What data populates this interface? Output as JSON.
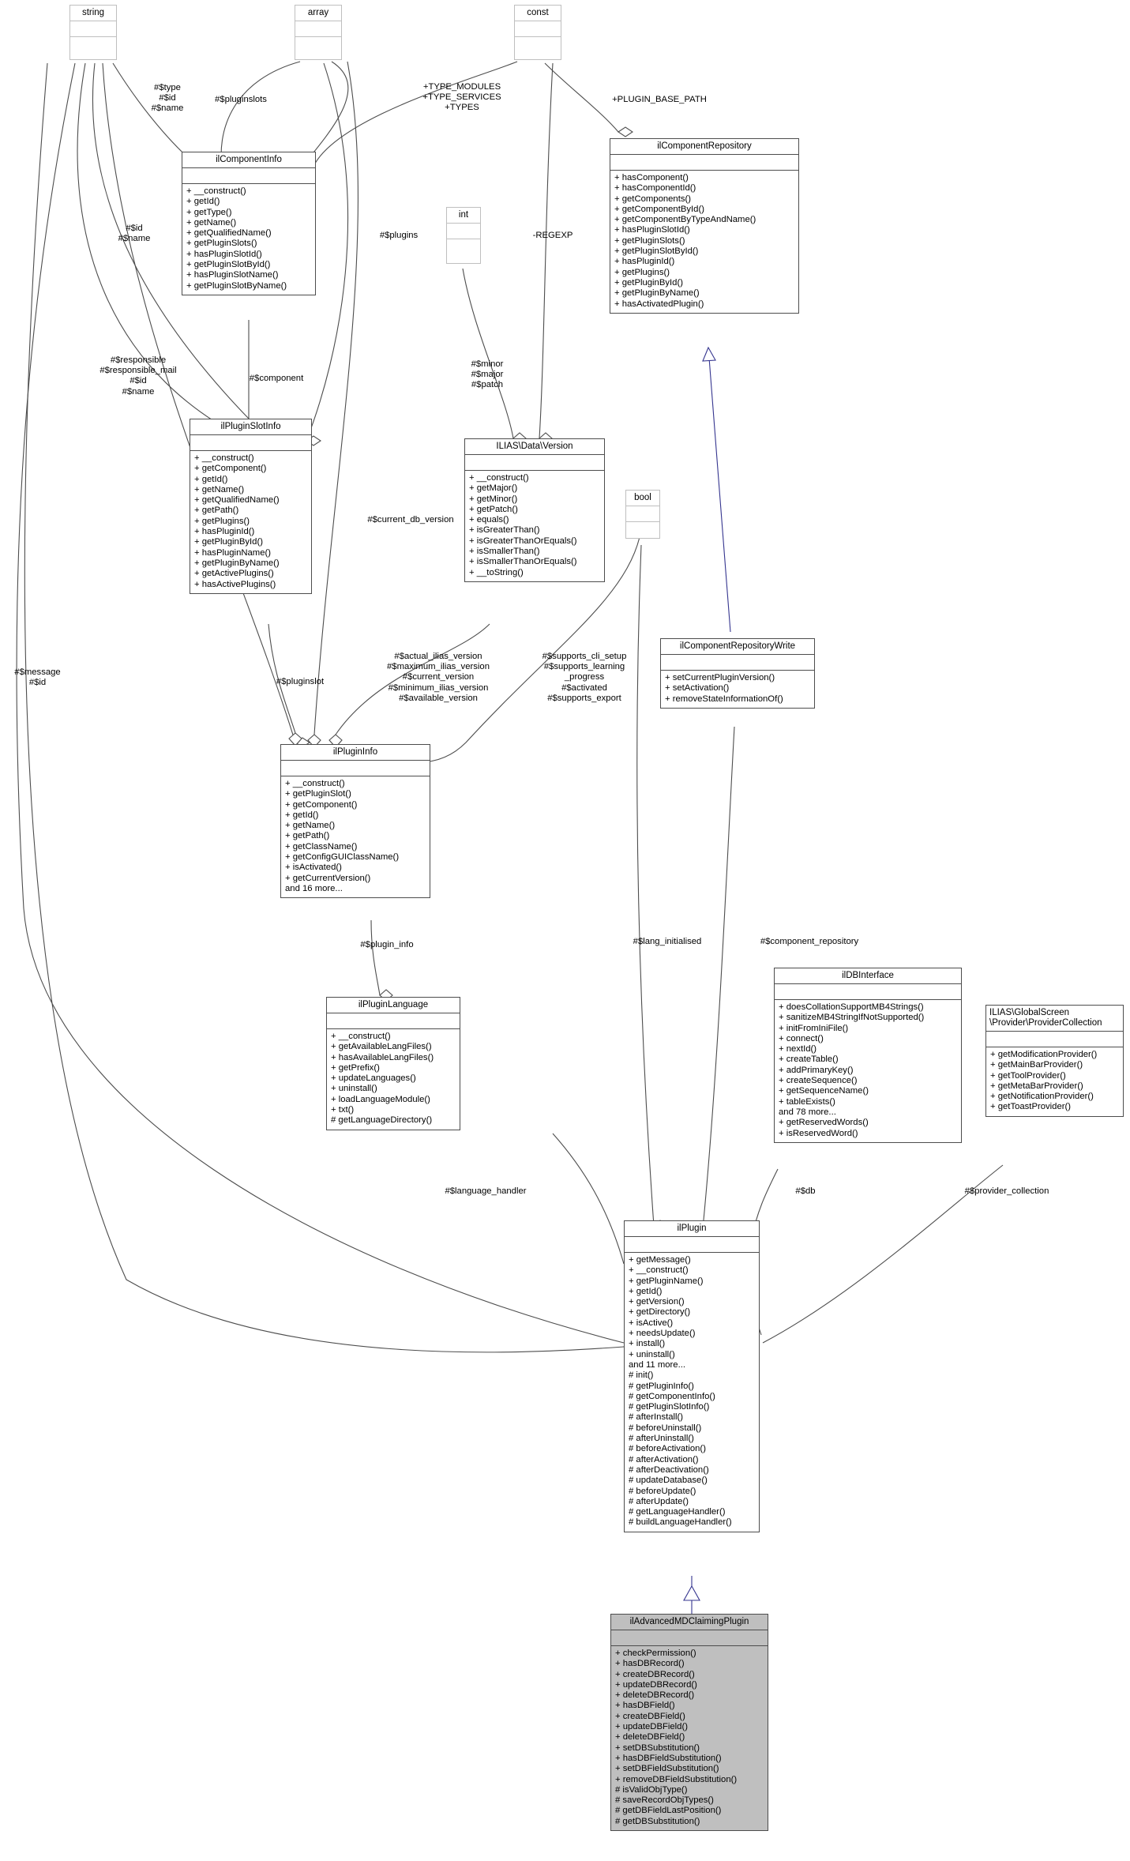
{
  "diagram": {
    "title": "ilAdvancedMDClaimingPlugin class hierarchy (UML collaboration diagram)",
    "colors": {
      "edge": "#4d4d4d",
      "inheritance": "#35358f",
      "primitive_border": "#bfbfbf",
      "highlight_fill": "#bfbfbf"
    }
  },
  "nodes": {
    "string": {
      "name": "string",
      "attributes": [],
      "operations": []
    },
    "array": {
      "name": "array",
      "attributes": [],
      "operations": []
    },
    "const": {
      "name": "const",
      "attributes": [],
      "operations": []
    },
    "int": {
      "name": "int",
      "attributes": [],
      "operations": []
    },
    "bool": {
      "name": "bool",
      "attributes": [],
      "operations": []
    },
    "ilComponentInfo": {
      "name": "ilComponentInfo",
      "attributes": [],
      "operations": [
        "+ __construct()",
        "+ getId()",
        "+ getType()",
        "+ getName()",
        "+ getQualifiedName()",
        "+ getPluginSlots()",
        "+ hasPluginSlotId()",
        "+ getPluginSlotById()",
        "+ hasPluginSlotName()",
        "+ getPluginSlotByName()"
      ]
    },
    "ilComponentRepository": {
      "name": "ilComponentRepository",
      "attributes": [],
      "operations": [
        "+ hasComponent()",
        "+ hasComponentId()",
        "+ getComponents()",
        "+ getComponentById()",
        "+ getComponentByTypeAndName()",
        "+ hasPluginSlotId()",
        "+ getPluginSlots()",
        "+ getPluginSlotById()",
        "+ hasPluginId()",
        "+ getPlugins()",
        "+ getPluginById()",
        "+ getPluginByName()",
        "+ hasActivatedPlugin()"
      ]
    },
    "ilPluginSlotInfo": {
      "name": "ilPluginSlotInfo",
      "attributes": [],
      "operations": [
        "+ __construct()",
        "+ getComponent()",
        "+ getId()",
        "+ getName()",
        "+ getQualifiedName()",
        "+ getPath()",
        "+ getPlugins()",
        "+ hasPluginId()",
        "+ getPluginById()",
        "+ hasPluginName()",
        "+ getPluginByName()",
        "+ getActivePlugins()",
        "+ hasActivePlugins()"
      ]
    },
    "version": {
      "name": "ILIAS\\Data\\Version",
      "attributes": [],
      "operations": [
        "+ __construct()",
        "+ getMajor()",
        "+ getMinor()",
        "+ getPatch()",
        "+ equals()",
        "+ isGreaterThan()",
        "+ isGreaterThanOrEquals()",
        "+ isSmallerThan()",
        "+ isSmallerThanOrEquals()",
        "+ __toString()"
      ]
    },
    "ilComponentRepositoryWrite": {
      "name": "ilComponentRepositoryWrite",
      "attributes": [],
      "operations": [
        "+ setCurrentPluginVersion()",
        "+ setActivation()",
        "+ removeStateInformationOf()"
      ]
    },
    "ilPluginInfo": {
      "name": "ilPluginInfo",
      "attributes": [],
      "operations": [
        "+ __construct()",
        "+ getPluginSlot()",
        "+ getComponent()",
        "+ getId()",
        "+ getName()",
        "+ getPath()",
        "+ getClassName()",
        "+ getConfigGUIClassName()",
        "+ isActivated()",
        "+ getCurrentVersion()",
        "and 16 more..."
      ]
    },
    "ilPluginLanguage": {
      "name": "ilPluginLanguage",
      "attributes": [],
      "operations": [
        "+ __construct()",
        "+ getAvailableLangFiles()",
        "+ hasAvailableLangFiles()",
        "+ getPrefix()",
        "+ updateLanguages()",
        "+ uninstall()",
        "+ loadLanguageModule()",
        "+ txt()",
        "# getLanguageDirectory()"
      ]
    },
    "ilDBInterface": {
      "name": "ilDBInterface",
      "attributes": [],
      "operations": [
        "+ doesCollationSupportMB4Strings()",
        "+ sanitizeMB4StringIfNotSupported()",
        "+ initFromIniFile()",
        "+ connect()",
        "+ nextId()",
        "+ createTable()",
        "+ addPrimaryKey()",
        "+ createSequence()",
        "+ getSequenceName()",
        "+ tableExists()",
        "and 78 more...",
        "+ getReservedWords()",
        "+ isReservedWord()"
      ]
    },
    "providerCollection": {
      "name": "ILIAS\\GlobalScreen\n\\Provider\\ProviderCollection",
      "attributes": [],
      "operations": [
        "+ getModificationProvider()",
        "+ getMainBarProvider()",
        "+ getToolProvider()",
        "+ getMetaBarProvider()",
        "+ getNotificationProvider()",
        "+ getToastProvider()"
      ]
    },
    "ilPlugin": {
      "name": "ilPlugin",
      "attributes": [],
      "operations": [
        "+ getMessage()",
        "+ __construct()",
        "+ getPluginName()",
        "+ getId()",
        "+ getVersion()",
        "+ getDirectory()",
        "+ isActive()",
        "+ needsUpdate()",
        "+ install()",
        "+ uninstall()",
        "and 11 more...",
        "# init()",
        "# getPluginInfo()",
        "# getComponentInfo()",
        "# getPluginSlotInfo()",
        "# afterInstall()",
        "# beforeUninstall()",
        "# afterUninstall()",
        "# beforeActivation()",
        "# afterActivation()",
        "# afterDeactivation()",
        "# updateDatabase()",
        "# beforeUpdate()",
        "# afterUpdate()",
        "# getLanguageHandler()",
        "# buildLanguageHandler()"
      ]
    },
    "ilAdvancedMDClaimingPlugin": {
      "name": "ilAdvancedMDClaimingPlugin",
      "attributes": [],
      "operations": [
        "+ checkPermission()",
        "+ hasDBRecord()",
        "+ createDBRecord()",
        "+ updateDBRecord()",
        "+ deleteDBRecord()",
        "+ hasDBField()",
        "+ createDBField()",
        "+ updateDBField()",
        "+ deleteDBField()",
        "+ setDBSubstitution()",
        "+ hasDBFieldSubstitution()",
        "+ setDBFieldSubstitution()",
        "+ removeDBFieldSubstitution()",
        "# isValidObjType()",
        "# saveRecordObjTypes()",
        "# getDBFieldLastPosition()",
        "# getDBSubstitution()"
      ]
    }
  },
  "edge_labels": {
    "type_id_name": "#$type\n#$id\n#$name",
    "pluginslots": "#$pluginslots",
    "type_modules": "+TYPE_MODULES\n+TYPE_SERVICES\n+TYPES",
    "plugin_base_path": "+PLUGIN_BASE_PATH",
    "id_name": "#$id\n#$name",
    "plugins": "#$plugins",
    "regexp": "-REGEXP",
    "responsible": "#$responsible\n#$responsible_mail\n#$id\n#$name",
    "component": "#$component",
    "minor_major_patch": "#$minor\n#$major\n#$patch",
    "current_db_version": "#$current_db_version",
    "pluginslot": "#$pluginslot",
    "actual_ilias_version": "#$actual_ilias_version\n#$maximum_ilias_version\n#$current_version\n#$minimum_ilias_version\n#$available_version",
    "supports_cli_setup": "#$supports_cli_setup\n#$supports_learning\n_progress\n#$activated\n#$supports_export",
    "message_id": "#$message\n#$id",
    "plugin_info": "#$plugin_info",
    "lang_initialised": "#$lang_initialised",
    "component_repository": "#$component_repository",
    "language_handler": "#$language_handler",
    "db": "#$db",
    "provider_collection": "#$provider_collection"
  }
}
